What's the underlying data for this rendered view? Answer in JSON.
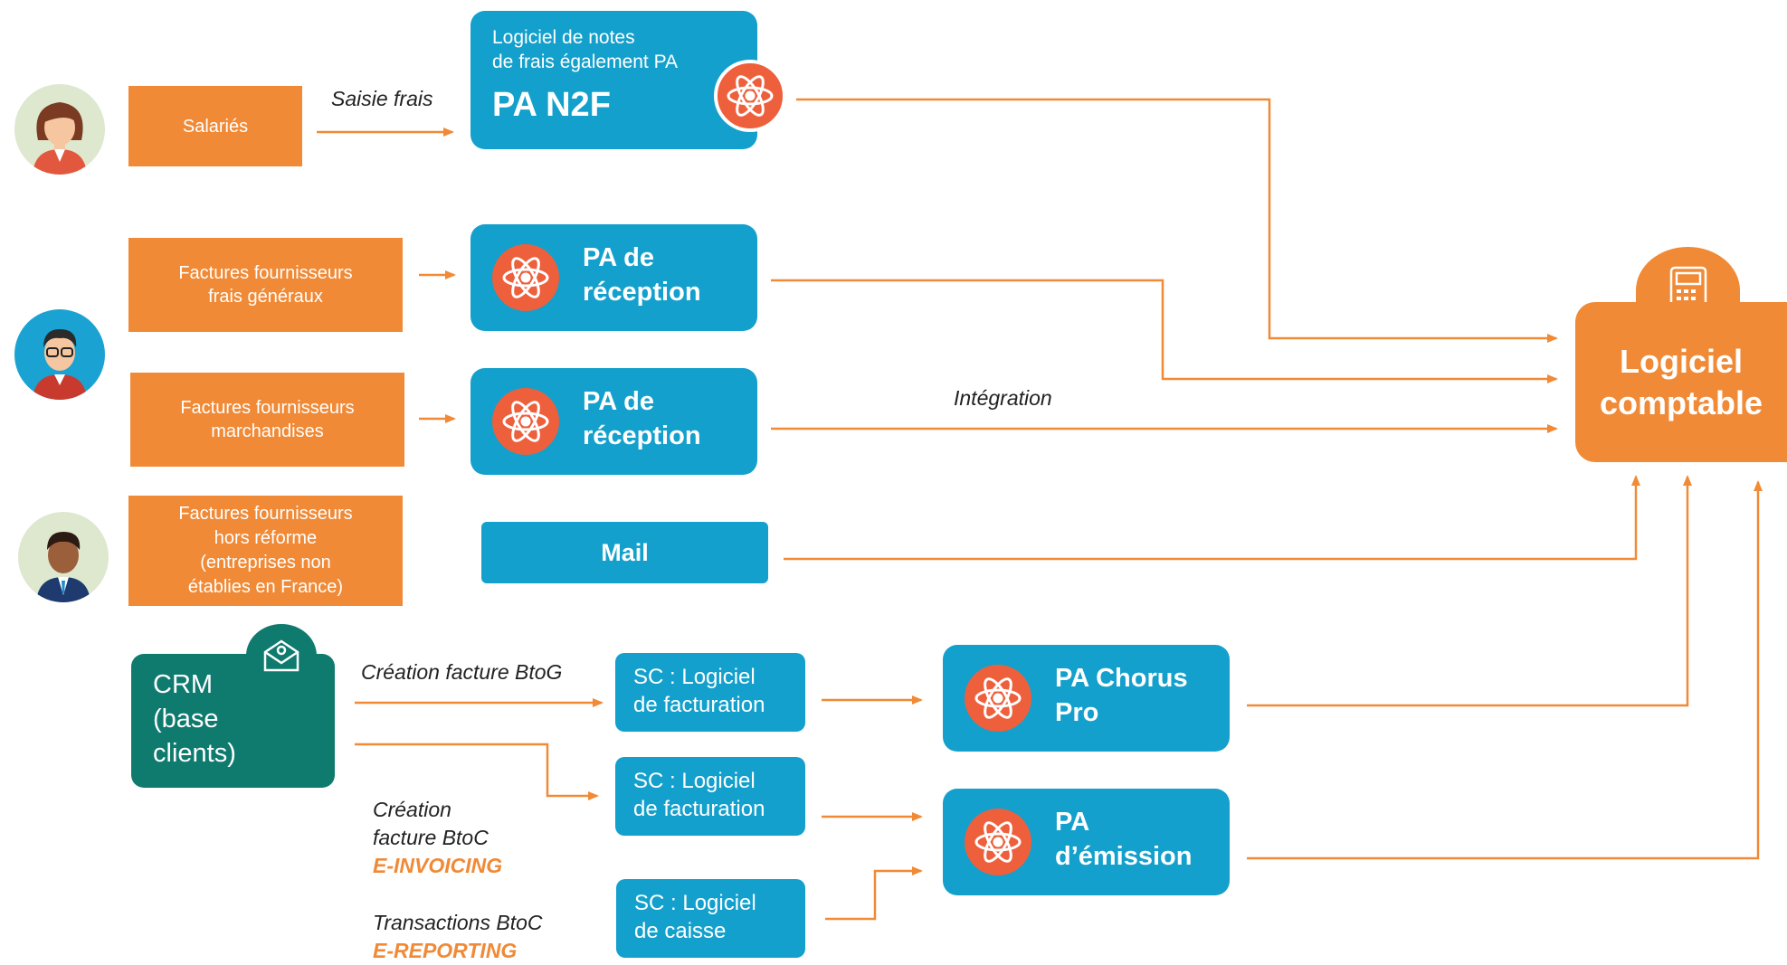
{
  "colors": {
    "orange": "#f08a36",
    "blue": "#14a0cc",
    "teal": "#0f7a6e",
    "atom_red": "#ee5f3c"
  },
  "sources": {
    "salaries": "Salariés",
    "frais_generaux": "Factures fournisseurs\nfrais généraux",
    "marchandises": "Factures  fournisseurs\nmarchandises",
    "hors_reforme": "Factures  fournisseurs\nhors réforme\n(entreprises non\nétablies en France)"
  },
  "platforms": {
    "n2f_subtitle": "Logiciel de notes\nde frais également PA",
    "n2f_title": "PA N2F",
    "reception_1": "PA de\nréception",
    "reception_2": "PA de\nréception",
    "mail": "Mail",
    "chorus": "PA Chorus\nPro",
    "emission": "PA\nd’émission"
  },
  "crm": {
    "label": "CRM\n(base\nclients)"
  },
  "software": {
    "facturation_1": "SC : Logiciel\nde facturation",
    "facturation_2": "SC : Logiciel\nde facturation",
    "caisse": "SC : Logiciel\nde caisse"
  },
  "target": {
    "label": "Logiciel\ncomptable"
  },
  "annotations": {
    "saisie_frais": "Saisie frais",
    "integration": "Intégration",
    "creation_btog": "Création facture BtoG",
    "creation_btoc": "Création\nfacture BtoC",
    "e_invoicing": "E-INVOICING",
    "transactions_btoc": "Transactions BtoC",
    "e_reporting": "E-REPORTING"
  },
  "icons": {
    "avatar_1": "woman-avatar-icon",
    "avatar_2": "man-glasses-avatar-icon",
    "avatar_3": "man-avatar-icon",
    "pa_icon": "atom-icon",
    "crm_icon": "envelope-icon",
    "target_icon": "calculator-icon"
  }
}
